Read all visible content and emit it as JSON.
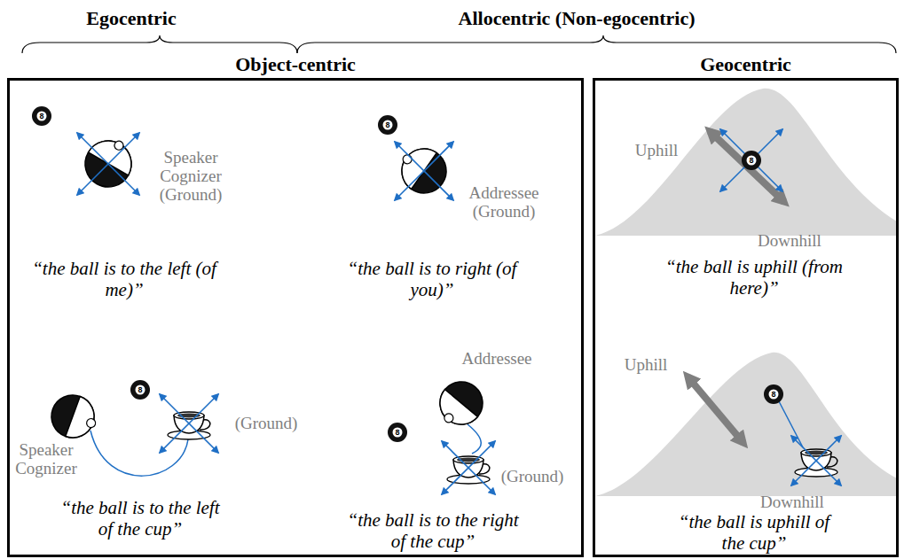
{
  "diagram": {
    "nodes": [
      {
        "text": [
          "Object-centric"
        ]
      },
      {
        "text": [
          "Geocentric"
        ]
      }
    ],
    "labels": [
      "Egocentric",
      "Allocentric (Non-egocentric)",
      "8",
      "Speaker Cognizer (Ground)",
      "“the ball is to the left (of me)”",
      "8",
      "Addressee (Ground)",
      "“the ball is to right (of you)”",
      "8",
      "(Ground)",
      "Speaker Cognizer",
      "“the ball is to the left of the cup”",
      "Addressee",
      "8",
      "(Ground)",
      "“the ball is to the right of the cup”",
      "Uphill",
      "8",
      "Downhill",
      "“the ball is uphill (from here)”",
      "Uphill",
      "8",
      "Downhill",
      "“the ball is uphill of the cup”"
    ]
  }
}
